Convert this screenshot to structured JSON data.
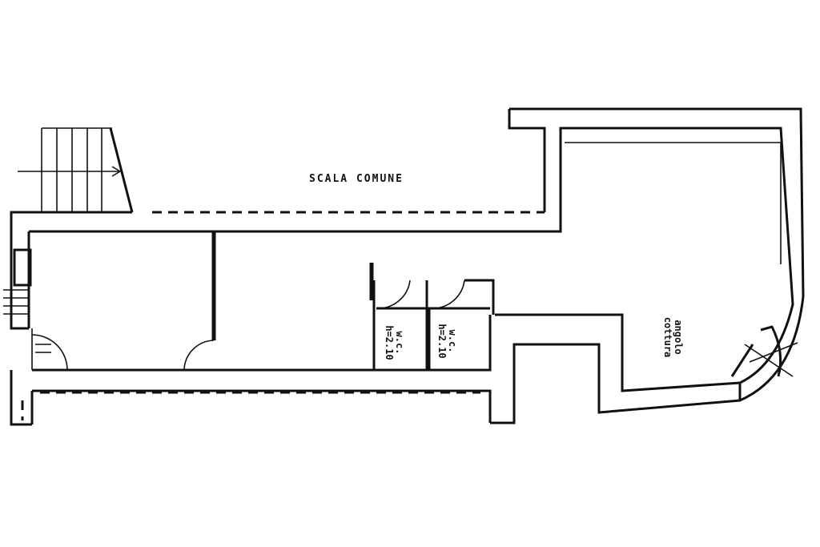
{
  "labels": {
    "common_stair": "SCALA COMUNE",
    "wc_1_line1": "w.c.",
    "wc_1_line2": "h=2.10",
    "wc_2_line1": "w.c.",
    "wc_2_line2": "h=2.10",
    "corner_area_line1": "angolo",
    "corner_area_line2": "cottura"
  },
  "colors": {
    "ink": "#111111",
    "paper": "#ffffff"
  }
}
